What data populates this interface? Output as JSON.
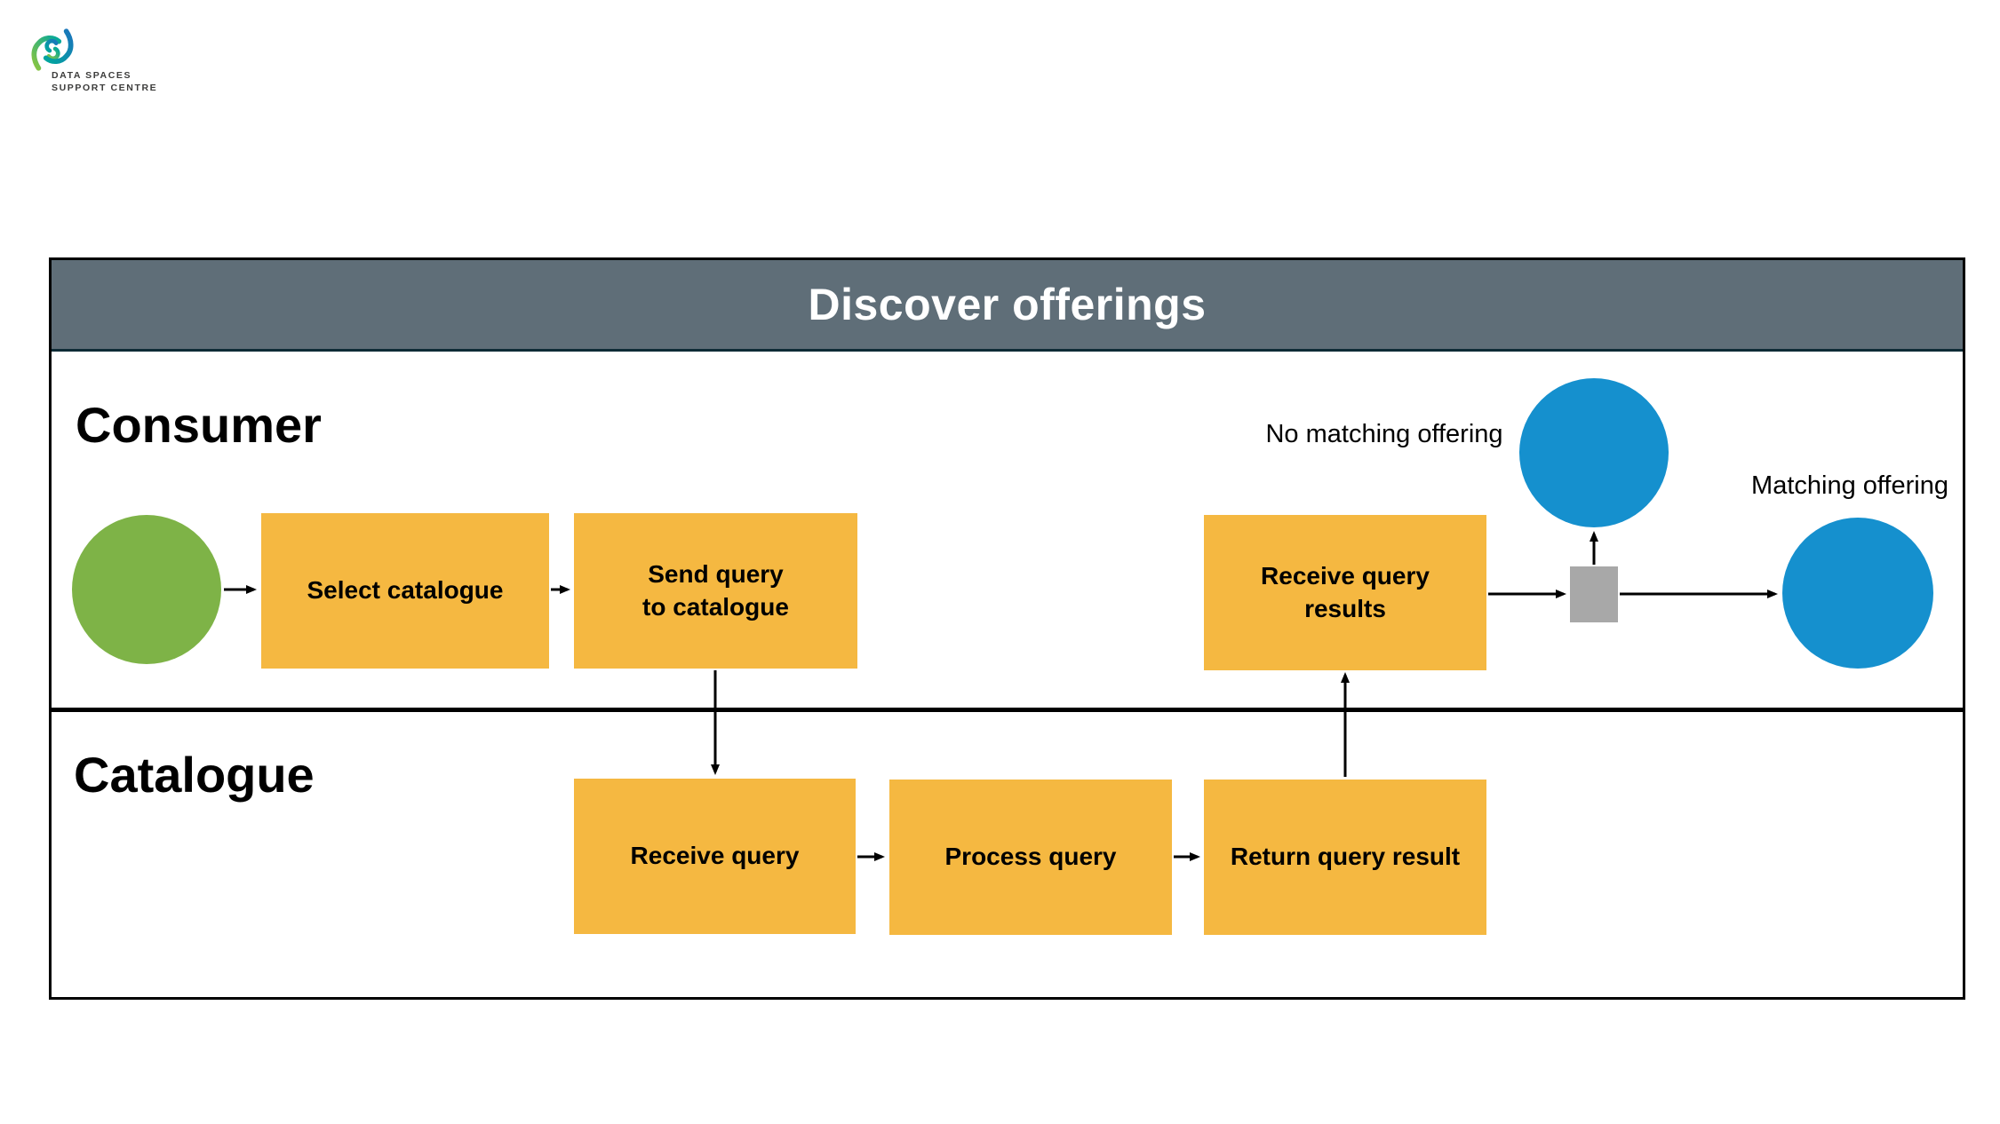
{
  "brand": {
    "name_line1": "DATA SPACES",
    "name_line2": "SUPPORT CENTRE"
  },
  "diagram": {
    "title": "Discover offerings",
    "lanes": [
      {
        "label": "Consumer"
      },
      {
        "label": "Catalogue"
      }
    ],
    "nodes": {
      "select_catalogue": {
        "label": "Select catalogue"
      },
      "send_query": {
        "label": "Send query\nto catalogue"
      },
      "receive_results": {
        "label": "Receive query\nresults"
      },
      "receive_query": {
        "label": "Receive query"
      },
      "process_query": {
        "label": "Process query"
      },
      "return_result": {
        "label": "Return query result"
      }
    },
    "annotations": {
      "no_match": "No matching offering",
      "match": "Matching offering"
    },
    "colors": {
      "task_fill": "#F5B841",
      "start_fill": "#7EB347",
      "end_fill": "#1590CE",
      "gateway_fill": "#A8A8A8",
      "header_fill": "#5F6E78",
      "header_text": "#FFFFFF",
      "line": "#000000"
    }
  }
}
